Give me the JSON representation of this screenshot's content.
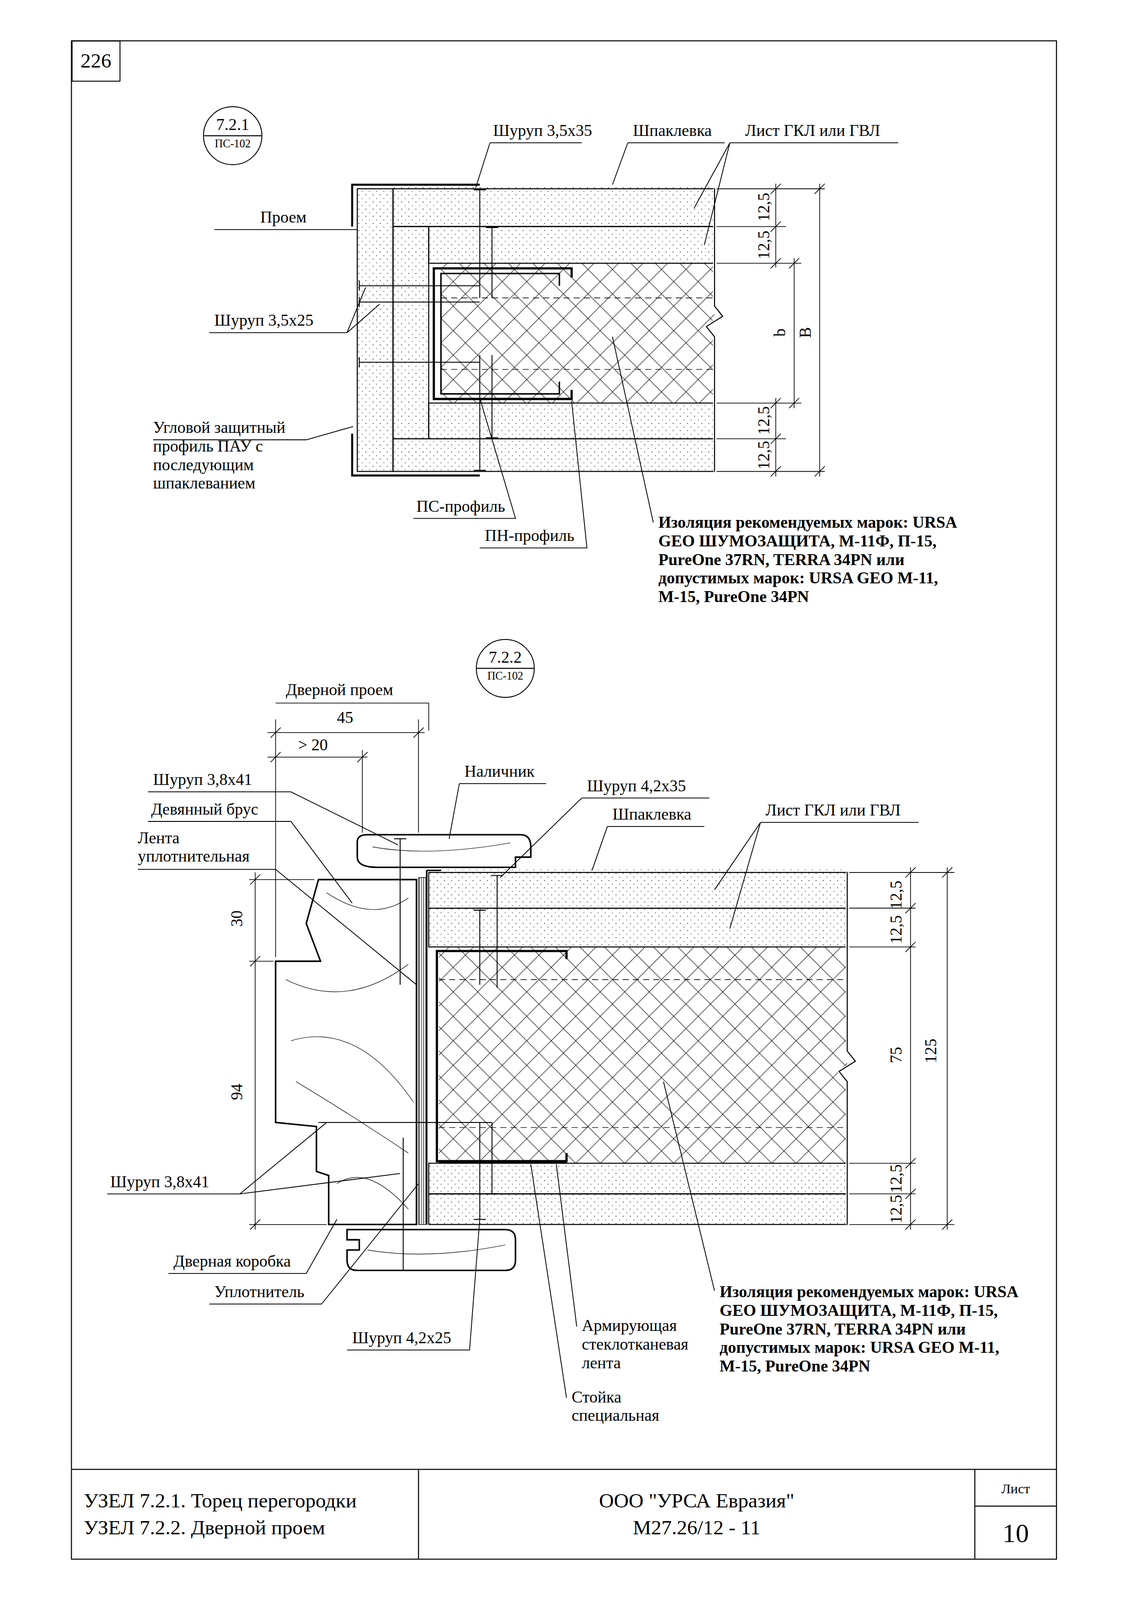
{
  "diagram": {
    "nodes": [
      {
        "text": [
          "226"
        ]
      },
      {
        "text": [
          "7.2.1",
          "ПС-102"
        ]
      },
      {
        "text": [
          "7.2.2",
          "ПС-102"
        ]
      },
      {
        "text": [
          "УЗЕЛ 7.2.1. Торец перегородки",
          "УЗЕЛ 7.2.2. Дверной проем"
        ]
      },
      {
        "text": [
          "ООО \"УРСА Евразия\"",
          "М27.26/12 - 11"
        ]
      },
      {
        "text": [
          "Лист",
          "10"
        ]
      }
    ],
    "labels": [
      "Шуруп 3,5х35",
      "Шпаклевка",
      "Лист ГКЛ или ГВЛ",
      "Проем",
      "Шуруп 3,5х25",
      "Угловой защитный профиль ПАУ с последующим шпаклеванием",
      "12,5",
      "12,5",
      "b",
      "B",
      "12,5",
      "12,5",
      "ПС-профиль",
      "ПН-профиль",
      "Изоляция рекомендуемых марок: URSA GEO ШУМОЗАЩИТА, М-11Ф, П-15, PureOne 37RN, TERRA 34PN или допустимых марок: URSA GEO М-11, М-15, PureOne 34PN",
      "Дверной проем",
      "45",
      "> 20",
      "Шуруп 3,8х41",
      "Девянный брус",
      "Лента уплотнительная",
      "Наличник",
      "Шуруп 4,2х35",
      "Шпаклевка",
      "Лист ГКЛ или ГВЛ",
      "30",
      "94",
      "12,5",
      "12,5",
      "75",
      "125",
      "12,5",
      "12,5",
      "Шуруп 3,8х41",
      "Дверная коробка",
      "Уплотнитель",
      "Шуруп 4,2х25",
      "Армирующая стеклотканевая лента",
      "Стойка специальная",
      "Изоляция рекомендуемых марок: URSA GEO ШУМОЗАЩИТА, М-11Ф, П-15, PureOne 37RN, TERRA 34PN или допустимых марок: URSA GEO М-11, М-15, PureOne 34PN"
    ]
  }
}
